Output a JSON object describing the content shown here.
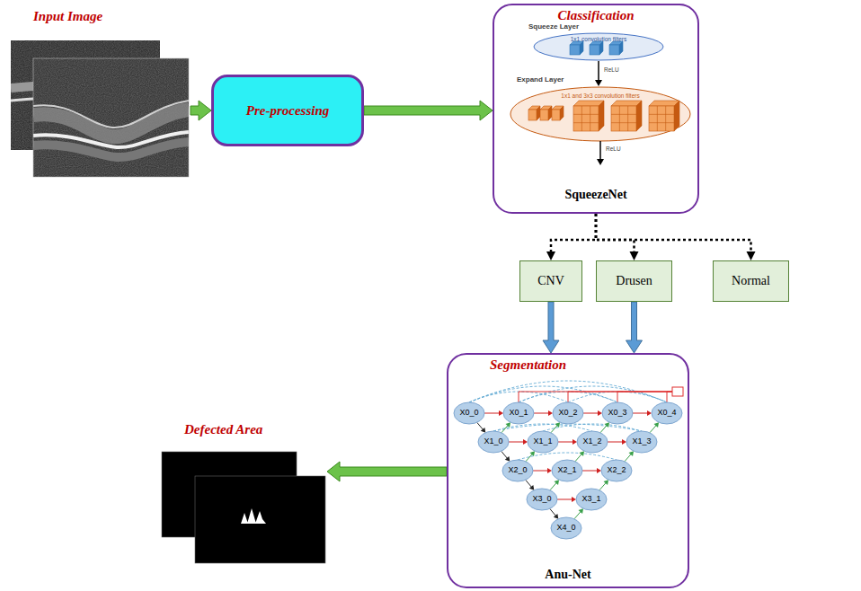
{
  "diagram": {
    "nodes": [
      {
        "text": [
          "Input Image"
        ]
      },
      {
        "text": [
          "Pre-processing"
        ]
      },
      {
        "text": [
          "Classification",
          "SqueezeNet"
        ]
      },
      {
        "text": [
          "CNV"
        ]
      },
      {
        "text": [
          "Drusen"
        ]
      },
      {
        "text": [
          "Normal"
        ]
      },
      {
        "text": [
          "Segmentation",
          "Anu-Net"
        ]
      },
      {
        "text": [
          "Defected Area"
        ]
      }
    ],
    "edges": [
      {
        "from": 0,
        "to": 1,
        "arrow": "to"
      },
      {
        "from": 1,
        "to": 2,
        "arrow": "to"
      },
      {
        "from": 2,
        "to": 3,
        "arrow": "to"
      },
      {
        "from": 2,
        "to": 4,
        "arrow": "to"
      },
      {
        "from": 2,
        "to": 5,
        "arrow": "to"
      },
      {
        "from": 3,
        "to": 6,
        "arrow": "to"
      },
      {
        "from": 4,
        "to": 6,
        "arrow": "to"
      },
      {
        "from": 6,
        "to": 7,
        "arrow": "to"
      }
    ],
    "labels": [
      "Squeeze Layer",
      "1x1 convolution filters",
      "ReLU",
      "Expand Layer",
      "1x1 and 3x3 convolution filters",
      "ReLU",
      "X0_0",
      "X0_1",
      "X0_2",
      "X0_3",
      "X0_4",
      "X1_0",
      "X1_1",
      "X1_2",
      "X1_3",
      "X2_0",
      "X2_1",
      "X2_2",
      "X3_0",
      "X3_1",
      "X4_0"
    ]
  }
}
